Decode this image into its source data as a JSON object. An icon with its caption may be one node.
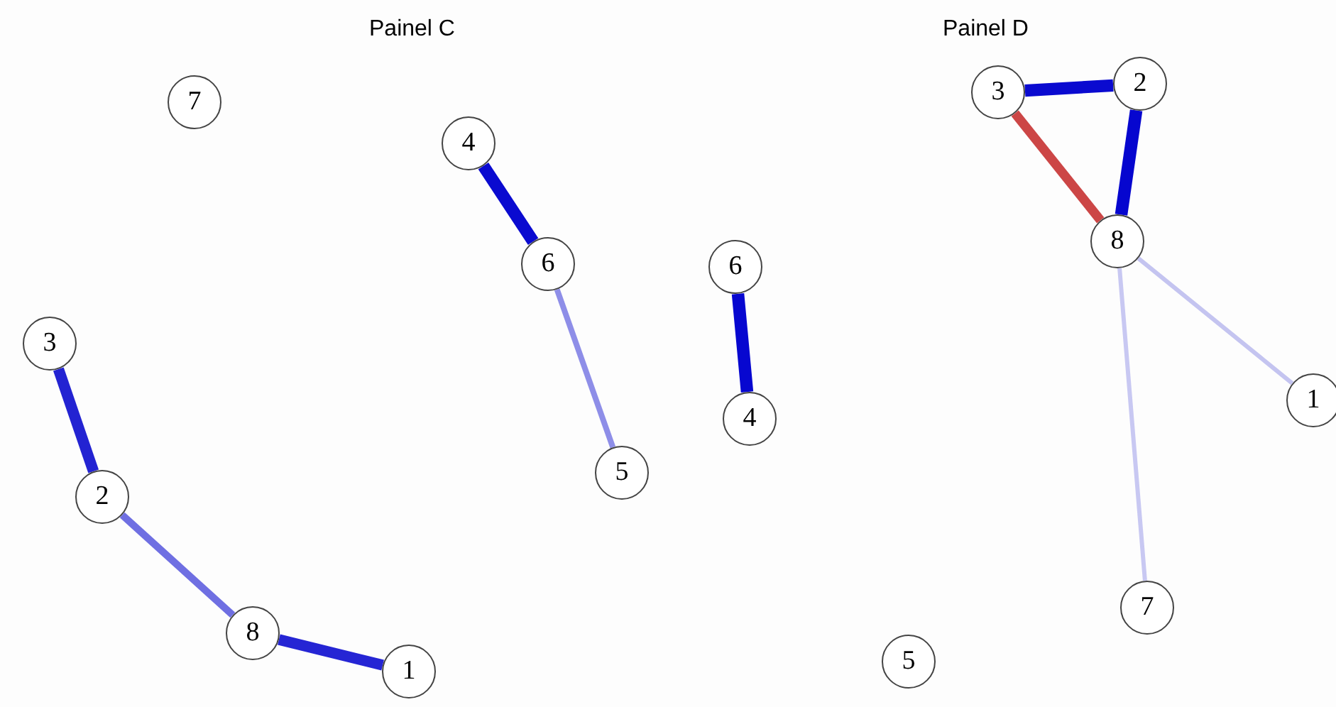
{
  "diagram": {
    "nodes": [
      {
        "text": [
          "7"
        ]
      },
      {
        "text": [
          "4"
        ]
      },
      {
        "text": [
          "6"
        ]
      },
      {
        "text": [
          "3"
        ]
      },
      {
        "text": [
          "5"
        ]
      },
      {
        "text": [
          "2"
        ]
      },
      {
        "text": [
          "8"
        ]
      },
      {
        "text": [
          "1"
        ]
      },
      {
        "text": [
          "6"
        ]
      },
      {
        "text": [
          "4"
        ]
      },
      {
        "text": [
          "3"
        ]
      },
      {
        "text": [
          "2"
        ]
      },
      {
        "text": [
          "8"
        ]
      },
      {
        "text": [
          "1"
        ]
      },
      {
        "text": [
          "7"
        ]
      },
      {
        "text": [
          "5"
        ]
      }
    ],
    "edges": [
      {
        "from": 1,
        "to": 2,
        "arrow": "none",
        "color": "#0a0ad0"
      },
      {
        "from": 2,
        "to": 4,
        "arrow": "none",
        "color": "#8e8ee8"
      },
      {
        "from": 3,
        "to": 5,
        "arrow": "none",
        "color": "#2323d2"
      },
      {
        "from": 5,
        "to": 6,
        "arrow": "none",
        "color": "#6f6fe2"
      },
      {
        "from": 6,
        "to": 7,
        "arrow": "none",
        "color": "#2525d4"
      },
      {
        "from": 8,
        "to": 9,
        "arrow": "none",
        "color": "#0707d0"
      },
      {
        "from": 10,
        "to": 11,
        "arrow": "none",
        "color": "#0a0ad0"
      },
      {
        "from": 10,
        "to": 12,
        "arrow": "none",
        "color": "#cc4646"
      },
      {
        "from": 11,
        "to": 12,
        "arrow": "none",
        "color": "#0606cf"
      },
      {
        "from": 12,
        "to": 13,
        "arrow": "none",
        "color": "#c4c4f0"
      },
      {
        "from": 12,
        "to": 14,
        "arrow": "none",
        "color": "#c8c8f2"
      }
    ],
    "labels": [
      "Painel C",
      "Painel D"
    ]
  }
}
